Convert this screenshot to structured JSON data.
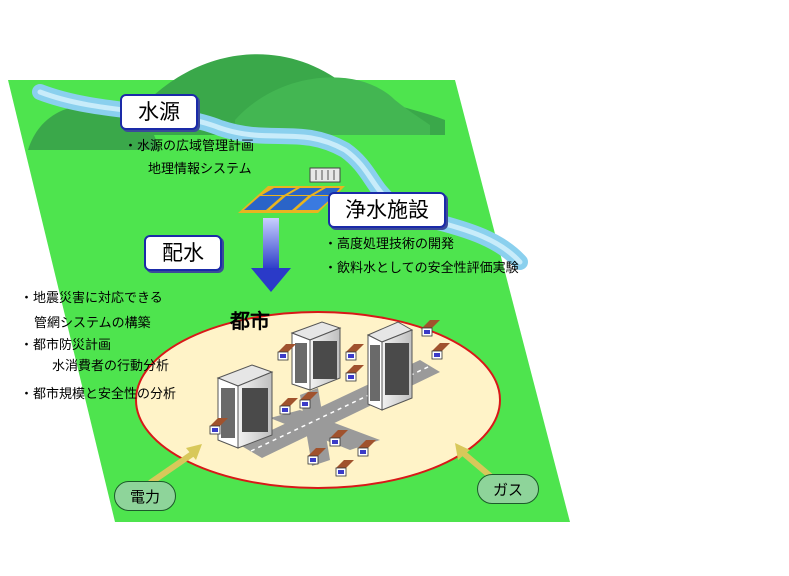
{
  "source": {
    "title": "水源",
    "items": [
      "・水源の広域管理計画",
      "地理情報システム"
    ]
  },
  "treatment": {
    "title": "浄水施設",
    "items": [
      "・高度処理技術の開発",
      "・飲料水としての安全性評価実験"
    ]
  },
  "distribution": {
    "title": "配水"
  },
  "city": {
    "title": "都市",
    "items": [
      "・地震災害に対応できる",
      "管網システムの構築",
      "・都市防災計画",
      "水消費者の行動分析",
      "・都市規模と安全性の分析"
    ]
  },
  "utilities": {
    "power": "電力",
    "gas": "ガス"
  },
  "colors": {
    "ground": "#4ee44e",
    "hills": "#3aa84a",
    "river": "#7fc8e8",
    "box_border": "#1a2aa8",
    "city_fill": "#fff3c8",
    "city_outline": "#d81818",
    "arrow": "#2a3ac8",
    "pill": "#8ed49a"
  }
}
